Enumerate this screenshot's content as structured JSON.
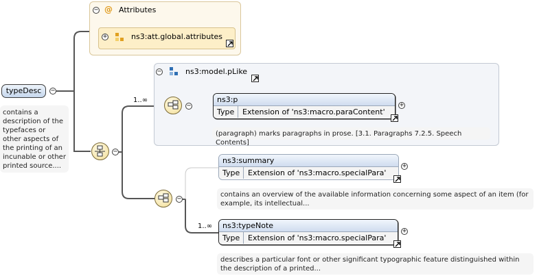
{
  "root": {
    "name": "typeDesc",
    "doc": "contains a description of the typefaces or other aspects of the printing of an incunable or other printed source...."
  },
  "attributes": {
    "label": "Attributes",
    "at_icon": "@",
    "group": "ns3:att.global.attributes"
  },
  "model_group": {
    "name": "ns3:model.pLike",
    "card": "1..∞",
    "element": {
      "name": "ns3:p",
      "type_label": "Type",
      "type_value": "Extension of 'ns3:macro.paraContent'",
      "doc": "(paragraph) marks paragraphs in prose. [3.1. Paragraphs 7.2.5. Speech Contents]"
    }
  },
  "sequence": {
    "summary": {
      "name": "ns3:summary",
      "type_label": "Type",
      "type_value": "Extension of 'ns3:macro.specialPara'",
      "doc": "contains an overview of the available information concerning some aspect of an item (for example, its intellectual..."
    },
    "typeNote": {
      "name": "ns3:typeNote",
      "card": "1..∞",
      "type_label": "Type",
      "type_value": "Extension of 'ns3:macro.specialPara'",
      "doc": "describes a particular font or other significant typographic feature distinguished within the description of a printed..."
    }
  },
  "colors": {
    "element_header": "#cfdcef",
    "attributes_bg": "#fdf8ec",
    "group_bg": "#f3f5f9",
    "compositor": "#f2dd95"
  },
  "icons": {
    "collapse": "minus-circle-icon",
    "expand": "plus-circle-icon",
    "choice": "choice-compositor-icon",
    "sequence": "sequence-compositor-icon",
    "link": "link-arrow-icon"
  }
}
